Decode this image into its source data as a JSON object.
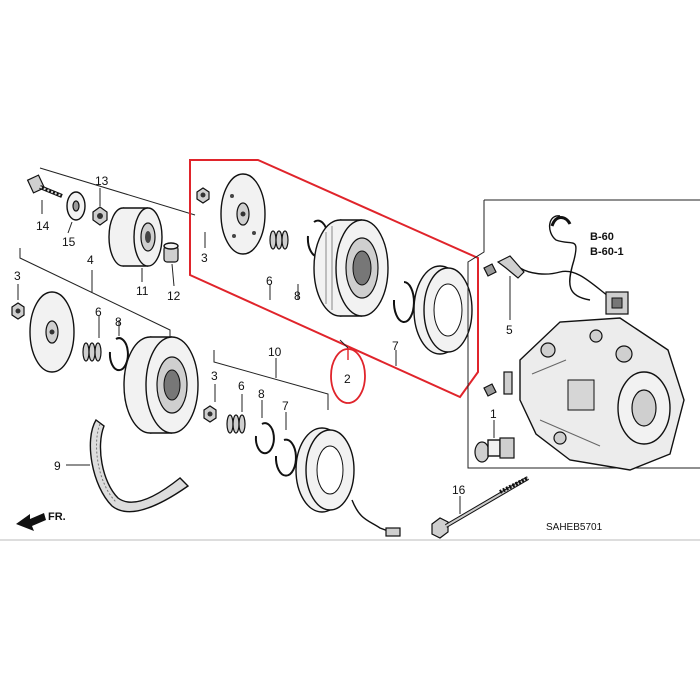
{
  "labels": {
    "p1": "1",
    "p2": "2",
    "p3": "3",
    "p4": "4",
    "p5": "5",
    "p6": "6",
    "p7": "7",
    "p8": "8",
    "p9": "9",
    "p10": "10",
    "p11": "11",
    "p12": "12",
    "p13": "13",
    "p14": "14",
    "p15": "15",
    "p16": "16",
    "b60": "B-60",
    "b601": "B-60-1",
    "fr": "FR.",
    "code": "SAHEB5701"
  },
  "colors": {
    "highlight": "#e0242b",
    "line": "#222222"
  }
}
